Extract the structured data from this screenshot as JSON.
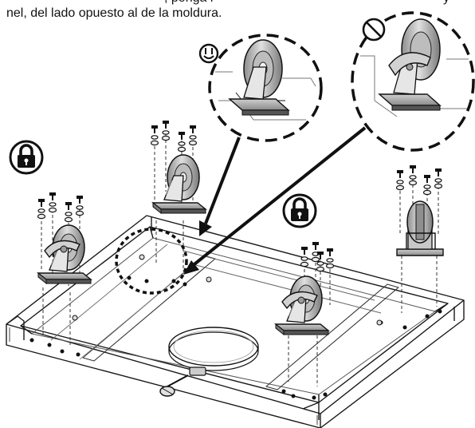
{
  "caption": {
    "line1_fragment": ", ponga l",
    "line1_right": "y",
    "line2": "nel, del lado opuesto al de la moldura."
  },
  "callouts": [
    {
      "id": "correct",
      "symbol": "smiley-icon",
      "meaning": "correct caster orientation"
    },
    {
      "id": "incorrect",
      "symbol": "prohibited-icon",
      "meaning": "incorrect caster orientation"
    }
  ],
  "locks": [
    {
      "id": "front-left-caster",
      "symbol": "padlock-icon"
    },
    {
      "id": "front-right-caster",
      "symbol": "padlock-icon"
    }
  ],
  "casters": [
    {
      "id": "front-left",
      "locking": true
    },
    {
      "id": "rear-left",
      "locking": false
    },
    {
      "id": "front-right",
      "locking": true
    },
    {
      "id": "rear-right",
      "locking": false
    }
  ],
  "colors": {
    "line": "#1a1a1a",
    "metal_light": "#d9d9d9",
    "metal_mid": "#a9a9a9",
    "metal_dark": "#6e6e6e"
  }
}
